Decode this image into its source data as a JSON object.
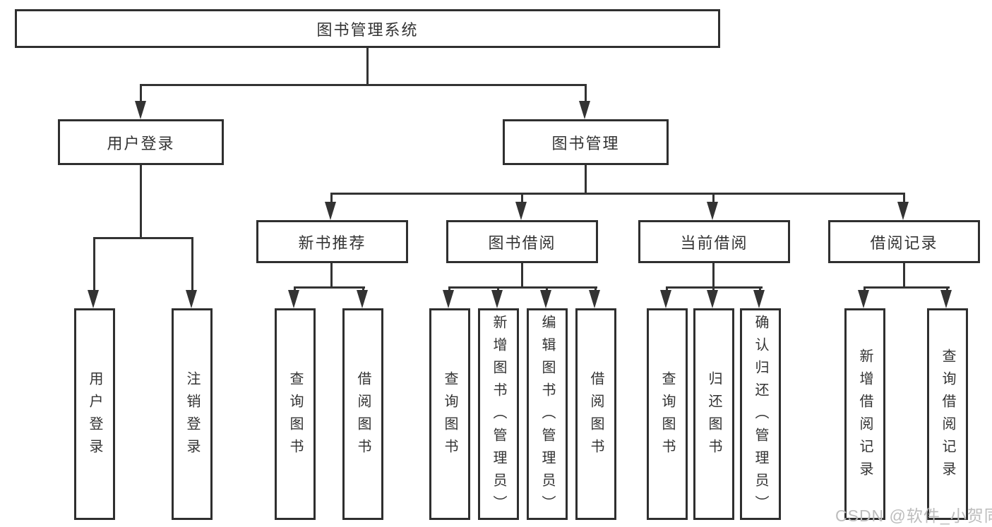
{
  "diagram": {
    "root": "图书管理系统",
    "level2": [
      "用户登录",
      "图书管理"
    ],
    "level3": [
      "新书推荐",
      "图书借阅",
      "当前借阅",
      "借阅记录"
    ],
    "leaf_groups": [
      {
        "parent": "用户登录",
        "items": [
          "用户登录",
          "注销登录"
        ]
      },
      {
        "parent": "新书推荐",
        "items": [
          "查询图书",
          "借阅图书"
        ]
      },
      {
        "parent": "图书借阅",
        "items": [
          "查询图书",
          "新增图书（管理员）",
          "编辑图书（管理员）",
          "借阅图书"
        ]
      },
      {
        "parent": "当前借阅",
        "items": [
          "查询图书",
          "归还图书",
          "确认归还（管理员）"
        ]
      },
      {
        "parent": "借阅记录",
        "items": [
          "新增借阅记录",
          "查询借阅记录"
        ]
      }
    ],
    "watermark": "CSDN @软件_小贺同学",
    "colors": {
      "line": "#333333",
      "border": "#2f2f2f",
      "text": "#333333",
      "background": "#ffffff",
      "watermark": "#bdbdbd"
    }
  }
}
